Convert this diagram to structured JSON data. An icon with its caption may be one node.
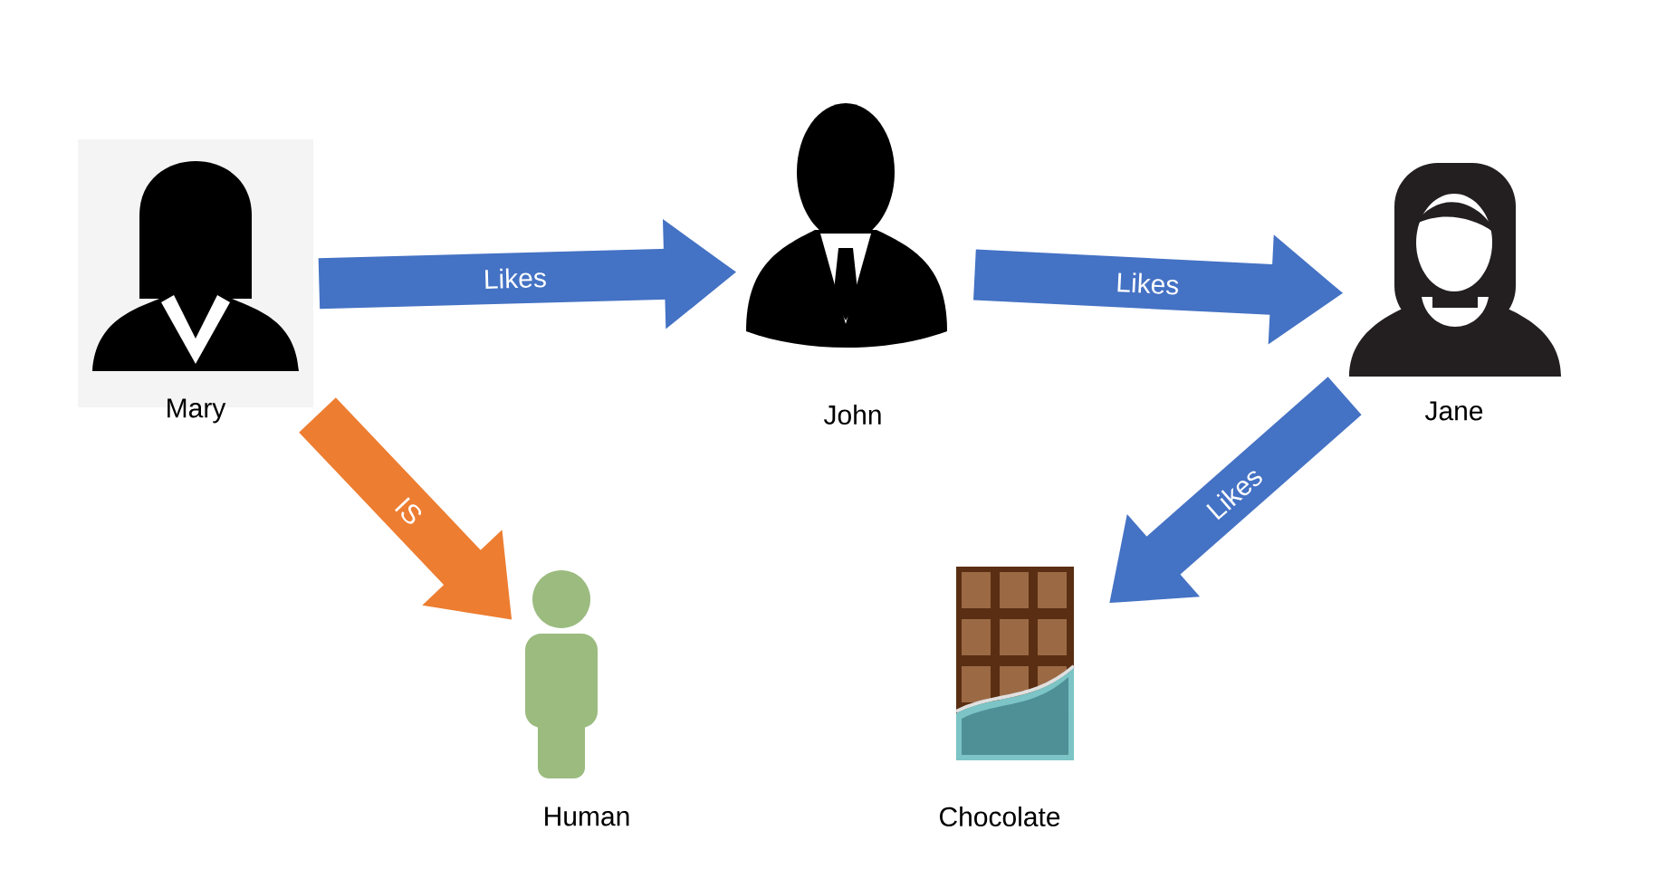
{
  "diagram": {
    "nodes": [
      {
        "text": [
          "Mary"
        ]
      },
      {
        "text": [
          "John"
        ]
      },
      {
        "text": [
          "Jane"
        ]
      },
      {
        "text": [
          "Human"
        ]
      },
      {
        "text": [
          "Chocolate"
        ]
      }
    ],
    "edges": [
      {
        "from": 0,
        "to": 1,
        "arrow": "to",
        "label": "Likes"
      },
      {
        "from": 1,
        "to": 2,
        "arrow": "to",
        "label": "Likes"
      },
      {
        "from": 2,
        "to": 4,
        "arrow": "to",
        "label": "Likes"
      },
      {
        "from": 0,
        "to": 3,
        "arrow": "to",
        "label": "IS",
        "color": "#ed7d31"
      }
    ]
  }
}
